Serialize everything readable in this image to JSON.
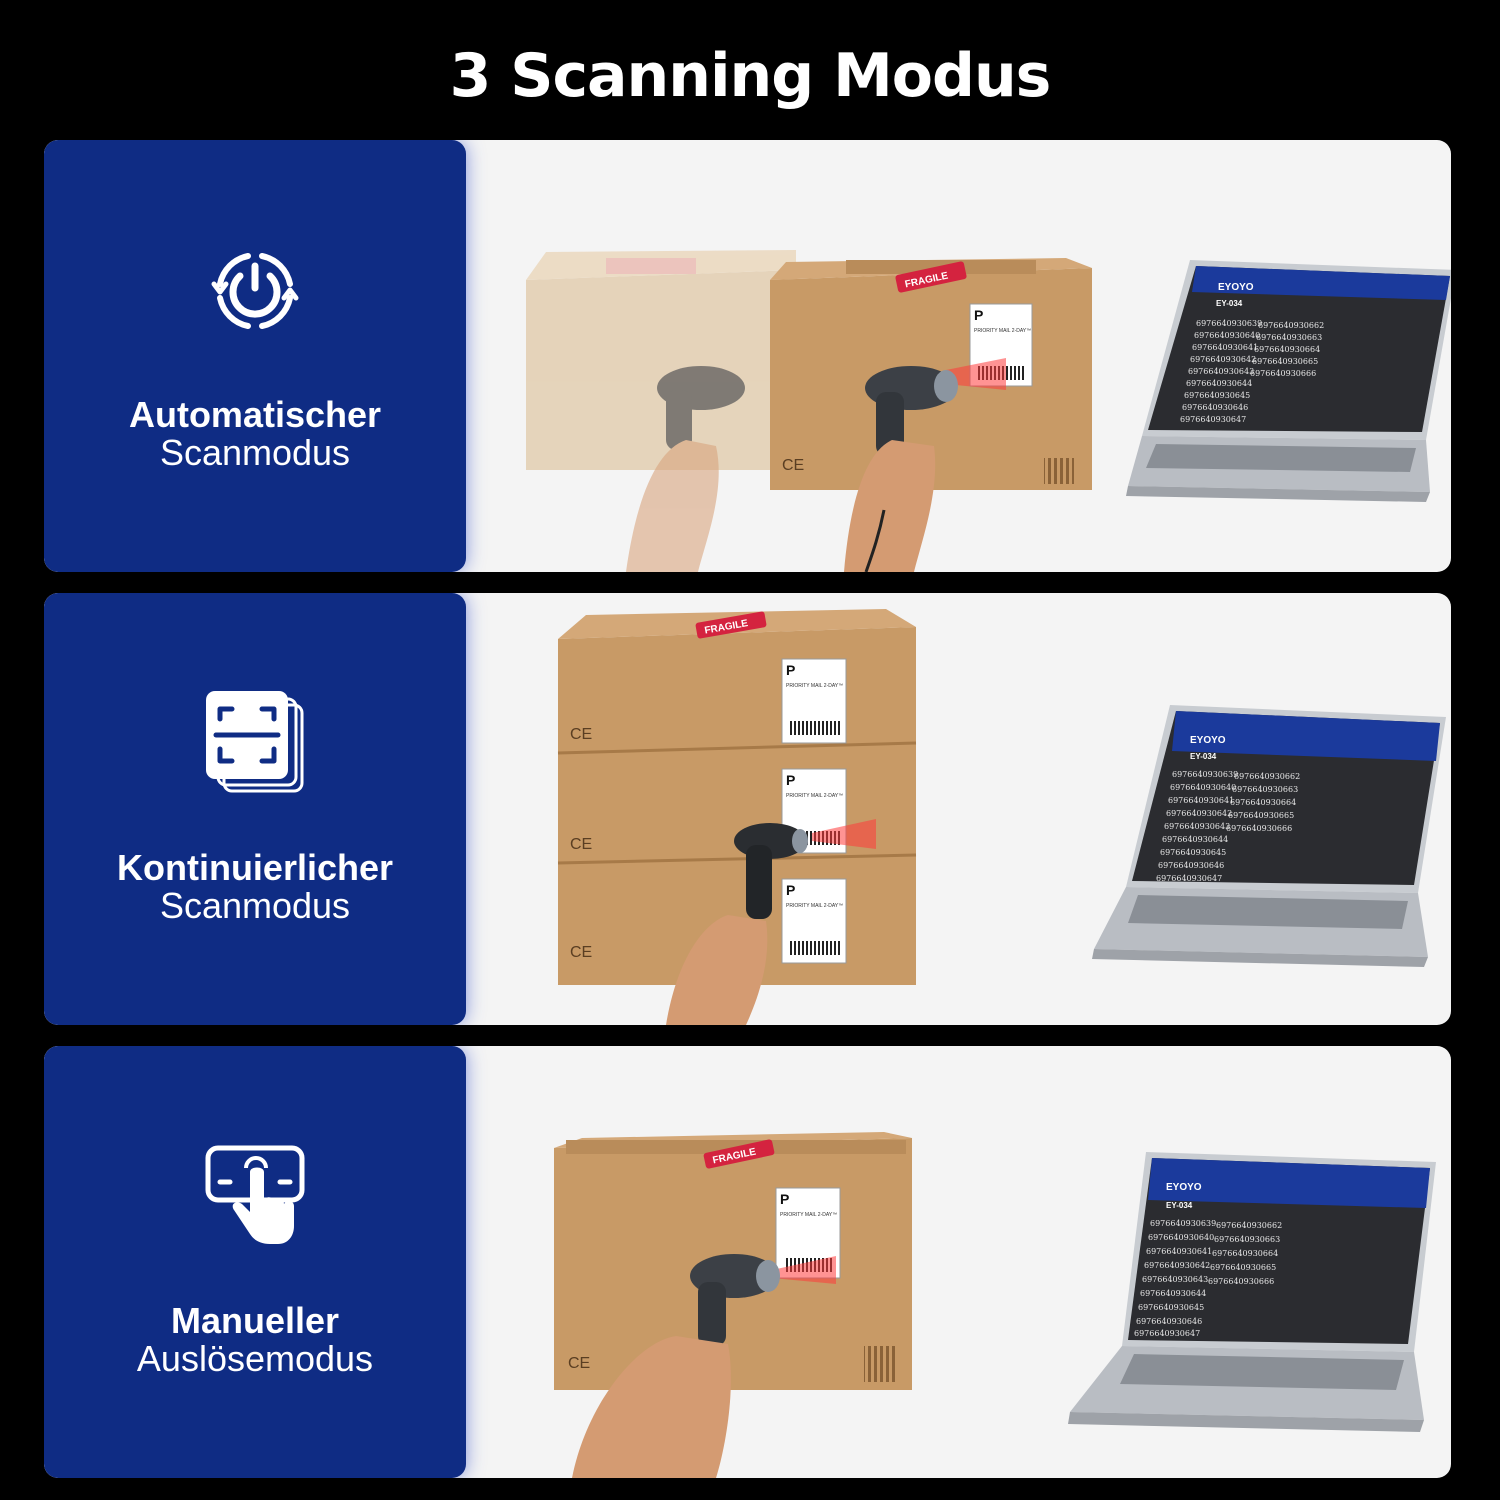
{
  "title": "3 Scanning Modus",
  "colors": {
    "panel": "#0f2c84",
    "card": "#f4f4f4",
    "background": "#000000"
  },
  "modes": [
    {
      "label_bold": "Automatischer",
      "label_regular": "Scanmodus",
      "icon": "power-ring-icon"
    },
    {
      "label_bold": "Kontinuierlicher",
      "label_regular": "Scanmodus",
      "icon": "stacked-scan-frame-icon"
    },
    {
      "label_bold": "Manueller",
      "label_regular": "Auslösemodus",
      "icon": "hand-tap-icon"
    }
  ],
  "screen": {
    "brand": "EYOYO",
    "device": "EY-034",
    "codes_left": [
      "6976640930639",
      "6976640930640",
      "6976640930641",
      "6976640930642",
      "6976640930643",
      "6976640930644",
      "6976640930645",
      "6976640930646",
      "6976640930647"
    ],
    "codes_right": [
      "6976640930662",
      "6976640930663",
      "6976640930664",
      "6976640930665",
      "6976640930666"
    ]
  },
  "box_labels": {
    "priority": "PRIORITY MAIL 2-DAY™",
    "fragile": "FRAGILE",
    "ce": "CE",
    "p": "P"
  }
}
